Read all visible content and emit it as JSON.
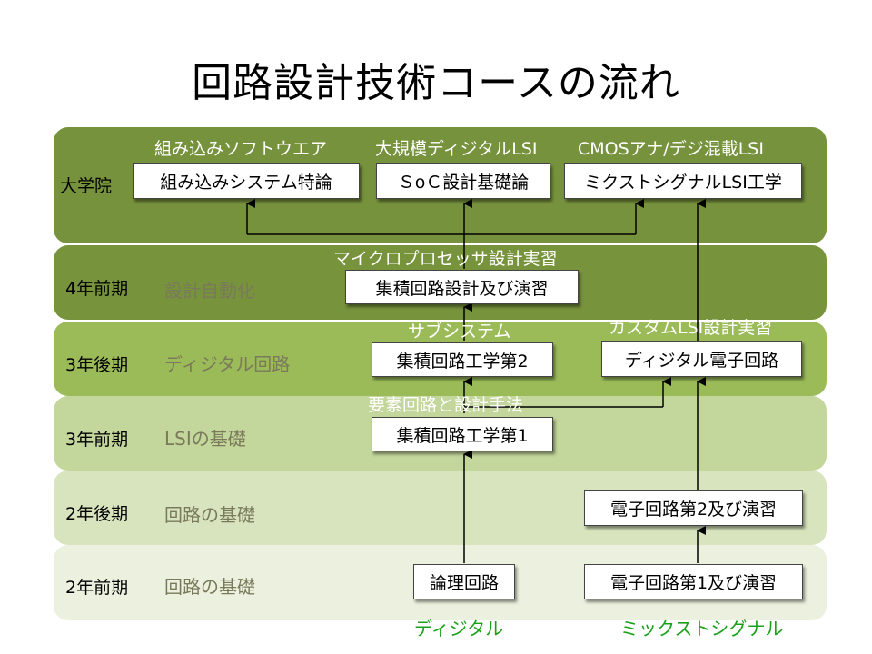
{
  "title": "回路設計技術コースの流れ",
  "levels": [
    {
      "label": "大学院",
      "topic": ""
    },
    {
      "label": "4年前期",
      "topic": "設計自動化"
    },
    {
      "label": "3年後期",
      "topic": "ディジタル回路"
    },
    {
      "label": "3年前期",
      "topic": "LSIの基礎"
    },
    {
      "label": "2年後期",
      "topic": "回路の基礎"
    },
    {
      "label": "2年前期",
      "topic": "回路の基礎"
    }
  ],
  "courses": {
    "embedded": "組み込みシステム特論",
    "soc": "ＳoＣ設計基礎論",
    "mixed": "ミクストシグナルLSI工学",
    "ic_design": "集積回路設計及び演習",
    "ic2": "集積回路工学第2",
    "digital_elec": "ディジタル電子回路",
    "ic1": "集積回路工学第1",
    "ec2": "電子回路第2及び演習",
    "logic": "論理回路",
    "ec1": "電子回路第1及び演習"
  },
  "captions": {
    "embedded": "組み込みソフトウエア",
    "soc": "大規模ディジタルLSI",
    "mixed": "CMOSアナ/デジ混載LSI",
    "ic_design": "マイクロプロセッサ設計実習",
    "ic2": "サブシステム",
    "digital_elec": "カスタムLSI設計実習",
    "ic1": "要素回路と設計手法"
  },
  "tracks": {
    "digital": "ディジタル",
    "mixed": "ミックストシグナル"
  },
  "colors": {
    "band_grad": "#76923c",
    "band_4": "#77933c",
    "band_3b": "#9bbb59",
    "band_3a": "#c3d69b",
    "band_2b": "#d7e4bd",
    "band_2a": "#ebf1de",
    "track_label": "#1aa11a"
  }
}
